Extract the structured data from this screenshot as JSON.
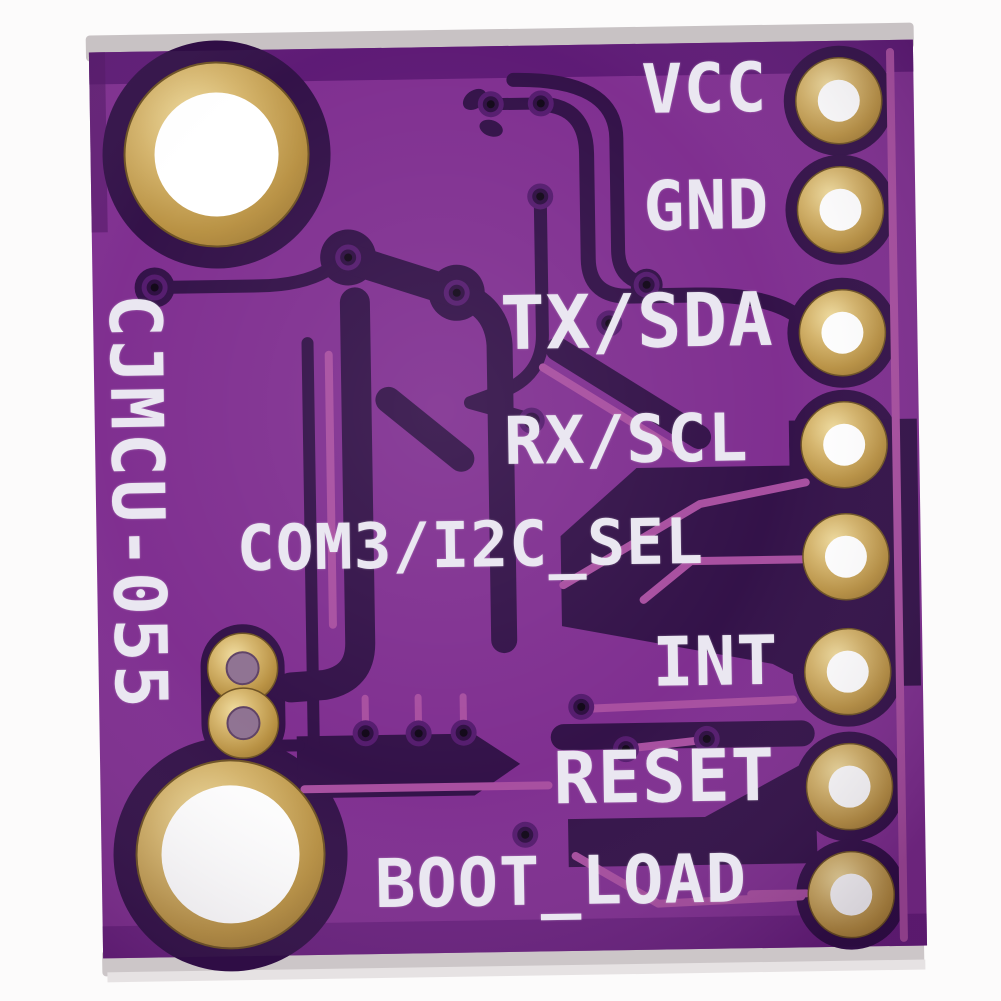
{
  "board": {
    "silkscreen_vertical_label": "CJMCU-055",
    "pins": [
      {
        "label": "VCC"
      },
      {
        "label": "GND"
      },
      {
        "label": "TX/SDA"
      },
      {
        "label": "RX/SCL"
      },
      {
        "label": "COM3/I2C_SEL"
      },
      {
        "label": "INT"
      },
      {
        "label": "RESET"
      },
      {
        "label": "BOOT_LOAD"
      }
    ]
  },
  "colors": {
    "background": "#fcfbfb",
    "board_edge_gray": "#c8c2c4",
    "board_purple": "#7d2b8e",
    "board_dark_band": "#5a1572",
    "trace_dark": "#2f0d45",
    "trace_magenta": "#a64b9e",
    "pad_gold": "#c8a258",
    "hole_white": "#ffffff",
    "silkscreen_white": "#eae7f1"
  }
}
